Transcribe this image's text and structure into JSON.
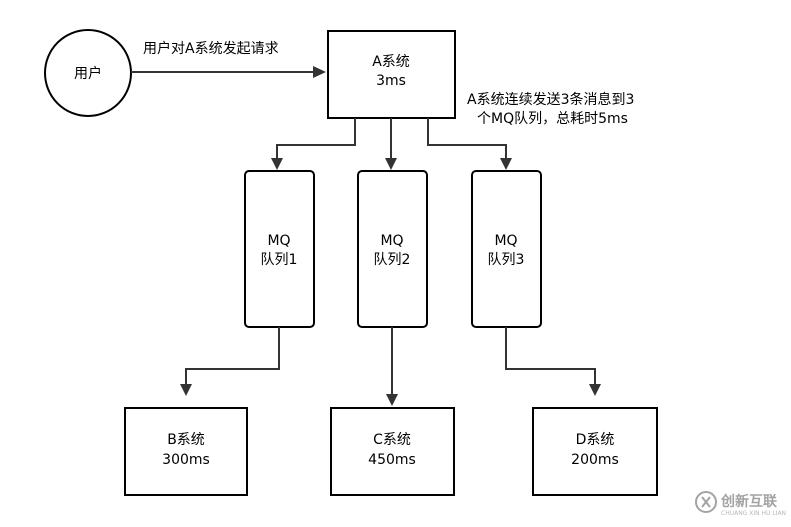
{
  "nodes": {
    "user": {
      "label": "用户"
    },
    "system_a": {
      "line1": "A系统",
      "line2": "3ms"
    },
    "queue_1": {
      "line1": "MQ",
      "line2": "队列1"
    },
    "queue_2": {
      "line1": "MQ",
      "line2": "队列2"
    },
    "queue_3": {
      "line1": "MQ",
      "line2": "队列3"
    },
    "system_b": {
      "line1": "B系统",
      "line2": "300ms"
    },
    "system_c": {
      "line1": "C系统",
      "line2": "450ms"
    },
    "system_d": {
      "line1": "D系统",
      "line2": "200ms"
    }
  },
  "edges": {
    "user_to_a": {
      "label": "用户对A系统发起请求"
    }
  },
  "annotations": {
    "send_note_line1": "A系统连续发送3条消息到3",
    "send_note_line2": "个MQ队列，总耗时5ms"
  },
  "watermark": {
    "icon": "cx-logo-icon",
    "text": "创新互联",
    "subtext": "CHUANG XIN HU LIAN"
  }
}
